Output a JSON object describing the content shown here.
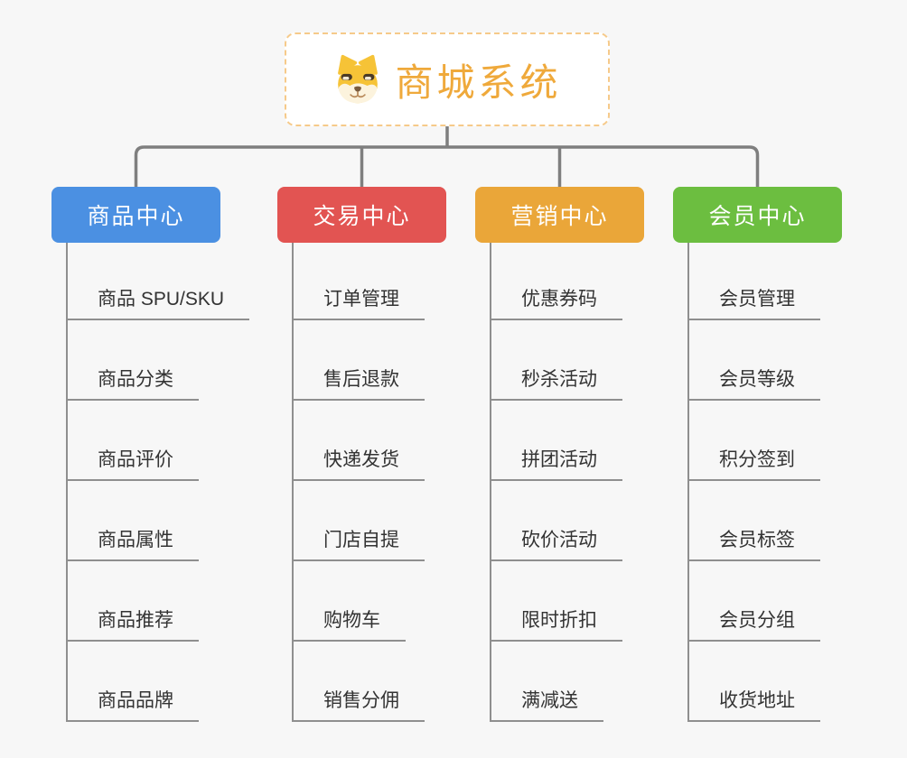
{
  "root": {
    "title": "商城系统",
    "icon": "dog-face-icon"
  },
  "branches": [
    {
      "id": "product-center",
      "label": "商品中心",
      "color": "#4B90E2",
      "items": [
        "商品 SPU/SKU",
        "商品分类",
        "商品评价",
        "商品属性",
        "商品推荐",
        "商品品牌"
      ]
    },
    {
      "id": "trade-center",
      "label": "交易中心",
      "color": "#E25452",
      "items": [
        "订单管理",
        "售后退款",
        "快递发货",
        "门店自提",
        "购物车",
        "销售分佣"
      ]
    },
    {
      "id": "marketing-center",
      "label": "营销中心",
      "color": "#EAA639",
      "items": [
        "优惠券码",
        "秒杀活动",
        "拼团活动",
        "砍价活动",
        "限时折扣",
        "满减送"
      ]
    },
    {
      "id": "member-center",
      "label": "会员中心",
      "color": "#6CBE40",
      "items": [
        "会员管理",
        "会员等级",
        "积分签到",
        "会员标签",
        "会员分组",
        "收货地址"
      ]
    }
  ],
  "colors": {
    "background": "#F7F7F7",
    "connector_line": "#7F7F7F",
    "child_line": "#8F8F8F",
    "root_text": "#EFA93B",
    "root_border": "#F6CA8A",
    "leaf_text": "#333333"
  }
}
